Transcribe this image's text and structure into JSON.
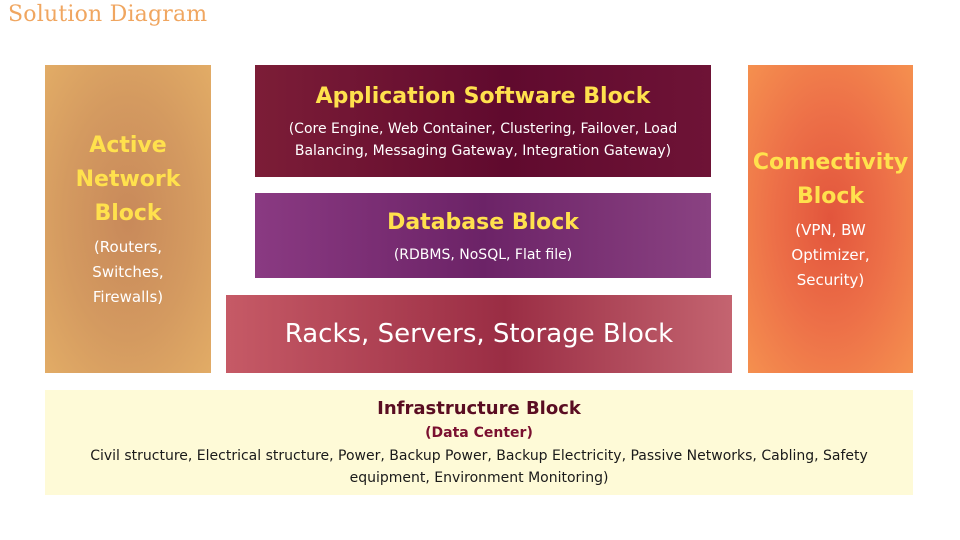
{
  "title": "Solution Diagram",
  "active_network": {
    "title_lines": [
      "Active",
      "Network",
      "Block"
    ],
    "desc_lines": [
      "(Routers,",
      "Switches,",
      "Firewalls)"
    ]
  },
  "application": {
    "title": "Application Software Block",
    "desc": "(Core Engine, Web Container, Clustering, Failover, Load Balancing, Messaging Gateway, Integration Gateway)"
  },
  "database": {
    "title": "Database Block",
    "desc": "(RDBMS, NoSQL, Flat file)"
  },
  "racks": {
    "title": "Racks, Servers, Storage Block"
  },
  "connectivity": {
    "title_lines": [
      "Connectivity",
      "Block"
    ],
    "desc_lines": [
      "(VPN, BW",
      "Optimizer,",
      "Security)"
    ]
  },
  "infrastructure": {
    "title": "Infrastructure Block",
    "subtitle": "(Data Center)",
    "desc": "Civil structure, Electrical structure, Power, Backup Power, Backup Electricity, Passive Networks, Cabling, Safety equipment, Environment Monitoring)"
  },
  "colors": {
    "title_text": "#f0a660",
    "block_title": "#ffe14d",
    "active_network": "#d49a60",
    "connectivity": "#ed7048",
    "application": "#600a2e",
    "database": "#6c2367",
    "racks": "#9a2d44",
    "infrastructure": "#fefad7"
  }
}
